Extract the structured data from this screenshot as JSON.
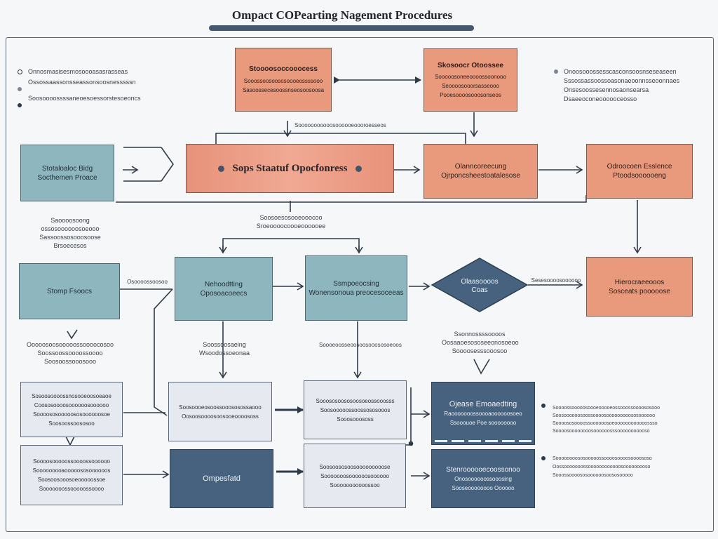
{
  "header": {
    "title": "Ompact COPearting Nagement Procedures"
  },
  "legend_left": {
    "items": [
      "Onnosmasisesmosoooasasrasseas",
      "Ossossaassonsseassonsoosnesssssn",
      "Soosoooossssaneoesoessorstesoeoncs"
    ]
  },
  "legend_right": {
    "items": [
      "Onoosooossesscasconsoosnseseaseen",
      "Sssossassoossoasonaeoonnsseoonnaes",
      "Onsesoossesennosaonsearsa",
      "Dsaeeoconeoooooceosso"
    ]
  },
  "top_boxes": [
    {
      "title": "Stoooosoccooocess",
      "lines": [
        "Sooossoosoososoooeossssooo",
        "Sasoossecesoossnseosoosoosa"
      ]
    },
    {
      "title": "Skosoocr Otoossee",
      "lines": [
        "Sooooosoneeoooossoonooo",
        "Seoooosooorsasseooo",
        "Pooesoooosooosonseos"
      ]
    }
  ],
  "top_connector_label": "Sooooooooooosoooooeoooroesseos",
  "row2": {
    "start": {
      "line1": "Stotaloaloc Bidg",
      "line2": "Socthemen Proace"
    },
    "main": {
      "label": "Sops Staatuf Opocfonress"
    },
    "middle": {
      "line1": "Olanncoreecung",
      "line2": "Ojrponcsheestoatalesose"
    },
    "right": {
      "line1": "Odroocoen Esslence",
      "line2": "Ptoodsoooooeng"
    }
  },
  "note_mid_top": {
    "lines": [
      "Soosoesosooeooocoo",
      "Sroeoooocoooeoooooee"
    ]
  },
  "note_left_1": {
    "lines": [
      "Saoooosoong",
      "ossosoooooosoeooo",
      "Sassoossosooosoose",
      "Brsoecesos"
    ]
  },
  "row3": {
    "left": {
      "label": "Stomp Fsoocs"
    },
    "left_label": "Osoooossoosoo",
    "mid1": {
      "line1": "Nehoodtting",
      "line2": "Oposoacoeecs"
    },
    "mid2": {
      "line1": "Ssmpoeocsing",
      "line2": "Wonensonoua preocesoceeas"
    },
    "diamond": {
      "line1": "Olaasoooos",
      "line2": "Coas"
    },
    "diamond_label": "Sesesoooosoooooo",
    "right": {
      "line1": "Hierocraeeooos",
      "line2": "Sosceats pooooose"
    }
  },
  "note_left_2": {
    "lines": [
      "Ooooosoosooooossoooocosoo",
      "Soossoossoooossoooo",
      "Soosoossooosooo"
    ]
  },
  "note_mid_2": {
    "lines": [
      "Soossoosaeing",
      "Wsoodossoeonaa"
    ]
  },
  "note_mid_3": {
    "lines": [
      "Soooeoosseoosoosooososoeoos"
    ]
  },
  "note_right_2": {
    "lines": [
      "Ssonnossssoooos",
      "Oosaaoesososeeonosoeoo",
      "Soooosesssooosoo"
    ]
  },
  "row4": {
    "pale1": {
      "lines": [
        "Sosoosoooossnosooeoosoeaoe",
        "Coososoooosoooooosoooooo",
        "Soooososooooososoooooosoe",
        "Soosoossoososoo"
      ]
    },
    "pale2": {
      "lines": [
        "Soosoooeosoossooososossaooo",
        "Oosoosoooosoosooeoooososs"
      ]
    },
    "pale3": {
      "lines": [
        "Sooososoososoosoeossooosss",
        "Soosooooossoossososooos",
        "Sooosooososs"
      ]
    },
    "navy": {
      "line1": "Ojease Emoaedting",
      "line2": "Raooooooossoooaoooooosoeo",
      "line3": "Ssooouoe Poe soooooooo"
    }
  },
  "row5": {
    "pale1": {
      "lines": [
        "Soooosooooossoooossoooooo",
        "Sooooooooaooooososoooooos",
        "Soosoosooosoeooooossoe",
        "Sooooooossooooossoooo"
      ]
    },
    "navy": {
      "label": "Ompesfatd"
    },
    "pale2": {
      "lines": [
        "Soosoososoosooooooooose",
        "Sooooooosoooooosoooooo",
        "Sooooooooooossoo"
      ]
    },
    "navy2": {
      "line1": "Stenroooooecoossonoo",
      "line2": "Onosoooooossooosing",
      "line3": "Sooseoooooooo Oooooo"
    }
  },
  "legend_bottom_right": {
    "items": [
      {
        "lines": [
          "Soooossooooosoooeooooeossooossoooososooo",
          "Soosoooooosoossoooosooooooooososoooooo",
          "Soooososoooossoooooosoeoooooooooooossso",
          "Soooosoooooooosoooooosssooooooooooso"
        ]
      },
      {
        "lines": [
          "Soooooooososooooossoooosoooosoooososo",
          "Oossooooooossoooooooooooosooooooooso",
          "Sooossoooososoooooosoososooooo"
        ]
      }
    ]
  },
  "colors": {
    "orange": "#e99a7c",
    "teal": "#8eb6bf",
    "navy": "#46627e",
    "pale": "#e6e9f0",
    "line": "#2f3a48"
  }
}
